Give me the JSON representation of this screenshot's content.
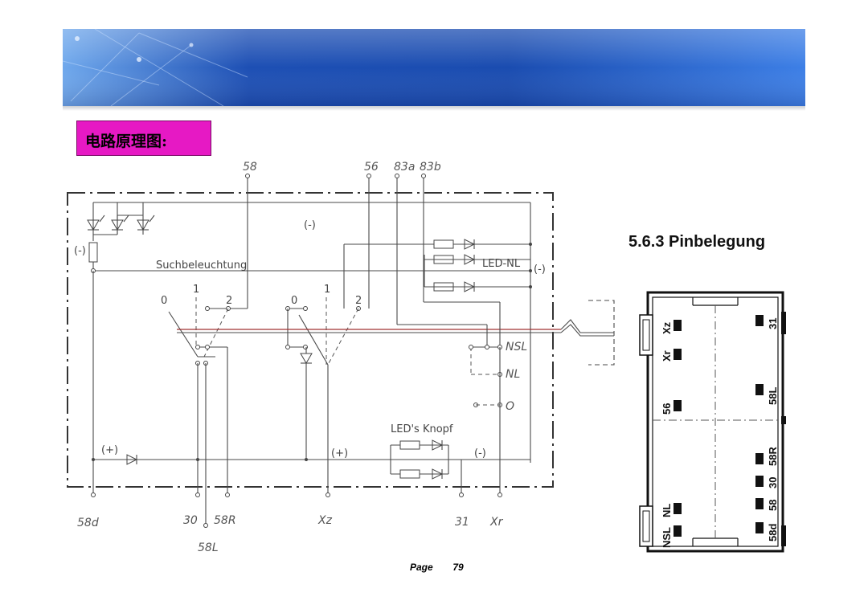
{
  "header": {
    "title": "电路原理图:",
    "banner_colors": [
      "#1a4cb0",
      "#3d7fe6",
      "#6fa8ec"
    ],
    "title_bg": "#e619c4"
  },
  "schematic": {
    "top_terminals": [
      "58",
      "56",
      "83a",
      "83b"
    ],
    "bottom_terminals": [
      "58d",
      "30",
      "58R",
      "58L",
      "Xz",
      "31",
      "Xr"
    ],
    "labels": {
      "search_light": "Suchbeleuchtung",
      "led_nl": "LED-NL",
      "led_knob": "LED's Knopf",
      "minus": "(-)",
      "plus": "(+)",
      "nsl": "NSL",
      "nl": "NL",
      "zero": "O"
    },
    "switch1_positions": [
      "0",
      "1",
      "2"
    ],
    "switch2_positions": [
      "0",
      "1",
      "2"
    ]
  },
  "pinout": {
    "title": "5.6.3   Pinbelegung",
    "left_pins": [
      "Xz",
      "Xr",
      "56",
      "NL",
      "NSL"
    ],
    "right_pins": [
      "31",
      "58L",
      "58R",
      "30",
      "58",
      "58d"
    ]
  },
  "footer": {
    "page_label": "Page",
    "page_number": "79"
  }
}
